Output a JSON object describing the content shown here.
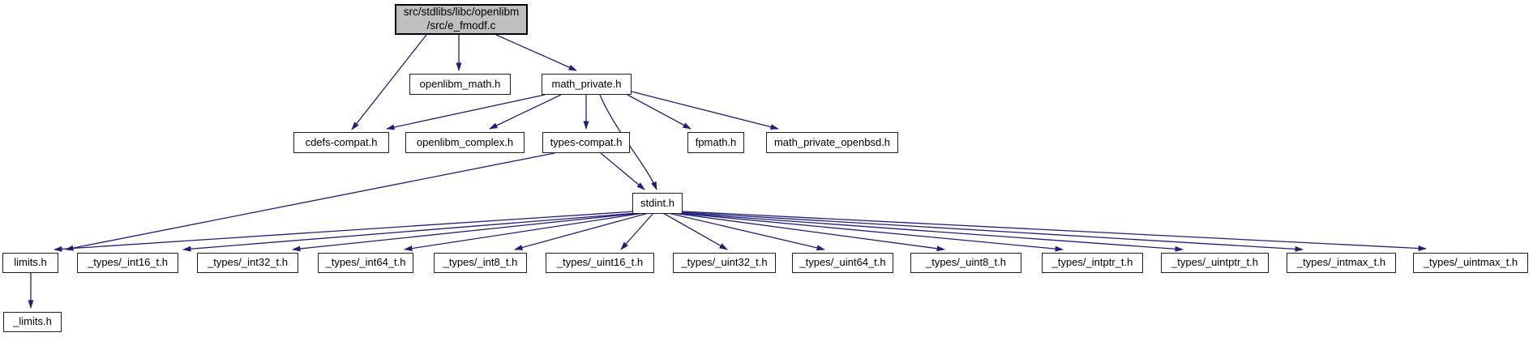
{
  "diagram": {
    "type": "include-dependency-graph",
    "colors": {
      "edge": "#1f1f78",
      "node_fill": "#ffffff",
      "node_border": "#1f1f1f",
      "root_fill": "#bfbfbf",
      "text": "#000000"
    },
    "nodes": [
      {
        "id": "e_fmodf_c",
        "label": "src/stdlibs/libc/openlibm\n/src/e_fmodf.c"
      },
      {
        "id": "openlibm_math_h",
        "label": "openlibm_math.h"
      },
      {
        "id": "math_private_h",
        "label": "math_private.h"
      },
      {
        "id": "cdefs_compat_h",
        "label": "cdefs-compat.h"
      },
      {
        "id": "openlibm_complex_h",
        "label": "openlibm_complex.h"
      },
      {
        "id": "types_compat_h",
        "label": "types-compat.h"
      },
      {
        "id": "fpmath_h",
        "label": "fpmath.h"
      },
      {
        "id": "math_private_openbsd_h",
        "label": "math_private_openbsd.h"
      },
      {
        "id": "stdint_h",
        "label": "stdint.h"
      },
      {
        "id": "limits_h",
        "label": "limits.h"
      },
      {
        "id": "types_int16_t_h",
        "label": "_types/_int16_t.h"
      },
      {
        "id": "types_int32_t_h",
        "label": "_types/_int32_t.h"
      },
      {
        "id": "types_int64_t_h",
        "label": "_types/_int64_t.h"
      },
      {
        "id": "types_int8_t_h",
        "label": "_types/_int8_t.h"
      },
      {
        "id": "types_uint16_t_h",
        "label": "_types/_uint16_t.h"
      },
      {
        "id": "types_uint32_t_h",
        "label": "_types/_uint32_t.h"
      },
      {
        "id": "types_uint64_t_h",
        "label": "_types/_uint64_t.h"
      },
      {
        "id": "types_uint8_t_h",
        "label": "_types/_uint8_t.h"
      },
      {
        "id": "types_intptr_t_h",
        "label": "_types/_intptr_t.h"
      },
      {
        "id": "types_uintptr_t_h",
        "label": "_types/_uintptr_t.h"
      },
      {
        "id": "types_intmax_t_h",
        "label": "_types/_intmax_t.h"
      },
      {
        "id": "types_uintmax_t_h",
        "label": "_types/_uintmax_t.h"
      },
      {
        "id": "_limits_h",
        "label": "_limits.h"
      }
    ],
    "edges": [
      {
        "from": "e_fmodf_c",
        "to": "cdefs_compat_h"
      },
      {
        "from": "e_fmodf_c",
        "to": "openlibm_math_h"
      },
      {
        "from": "e_fmodf_c",
        "to": "math_private_h"
      },
      {
        "from": "math_private_h",
        "to": "cdefs_compat_h"
      },
      {
        "from": "math_private_h",
        "to": "openlibm_complex_h"
      },
      {
        "from": "math_private_h",
        "to": "types_compat_h"
      },
      {
        "from": "math_private_h",
        "to": "stdint_h"
      },
      {
        "from": "math_private_h",
        "to": "fpmath_h"
      },
      {
        "from": "math_private_h",
        "to": "math_private_openbsd_h"
      },
      {
        "from": "types_compat_h",
        "to": "stdint_h"
      },
      {
        "from": "types_compat_h",
        "to": "limits_h"
      },
      {
        "from": "stdint_h",
        "to": "limits_h"
      },
      {
        "from": "stdint_h",
        "to": "types_int16_t_h"
      },
      {
        "from": "stdint_h",
        "to": "types_int32_t_h"
      },
      {
        "from": "stdint_h",
        "to": "types_int64_t_h"
      },
      {
        "from": "stdint_h",
        "to": "types_int8_t_h"
      },
      {
        "from": "stdint_h",
        "to": "types_uint16_t_h"
      },
      {
        "from": "stdint_h",
        "to": "types_uint32_t_h"
      },
      {
        "from": "stdint_h",
        "to": "types_uint64_t_h"
      },
      {
        "from": "stdint_h",
        "to": "types_uint8_t_h"
      },
      {
        "from": "stdint_h",
        "to": "types_intptr_t_h"
      },
      {
        "from": "stdint_h",
        "to": "types_uintptr_t_h"
      },
      {
        "from": "stdint_h",
        "to": "types_intmax_t_h"
      },
      {
        "from": "stdint_h",
        "to": "types_uintmax_t_h"
      },
      {
        "from": "limits_h",
        "to": "_limits_h"
      }
    ]
  }
}
